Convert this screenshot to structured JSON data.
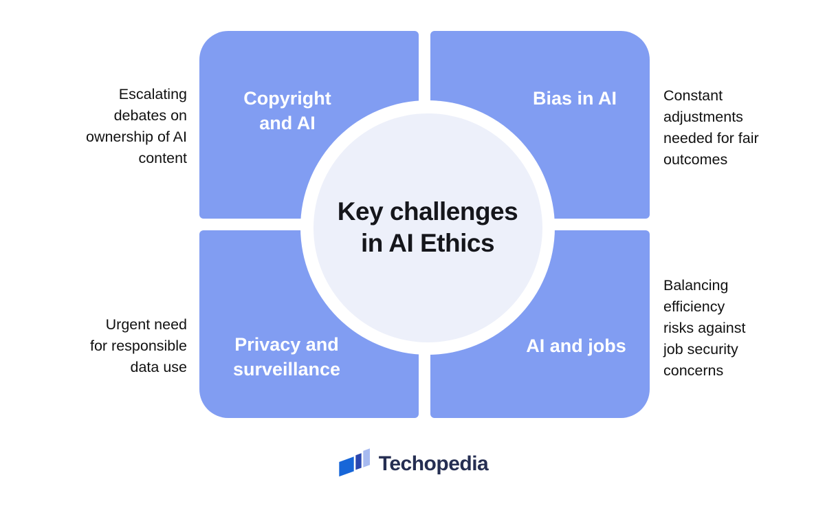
{
  "colors": {
    "page_bg": "#ffffff",
    "quadrant_blue": "#819DF2",
    "circle_ring": "#ffffff",
    "circle_fill": "#EDF0FA",
    "title_color": "#15161B",
    "text_color": "#111111",
    "logo_light": "#A7BAF0",
    "logo_navy": "#2A46AE",
    "logo_blue": "#1766D8",
    "logo_text_color": "#252E52"
  },
  "center": {
    "title": "Key challenges in AI Ethics",
    "title_lines": [
      "Key challenges",
      "in AI Ethics"
    ]
  },
  "quadrants": {
    "top_left": {
      "label": "Copyright and AI",
      "label_lines": [
        "Copyright",
        "and AI"
      ]
    },
    "top_right": {
      "label": "Bias in AI",
      "label_lines": [
        "Bias in AI"
      ]
    },
    "bottom_left": {
      "label": "Privacy and surveillance",
      "label_lines": [
        "Privacy and",
        "surveillance"
      ]
    },
    "bottom_right": {
      "label": "AI and jobs",
      "label_lines": [
        "AI and jobs"
      ]
    }
  },
  "annotations": {
    "left_top": {
      "text": "Escalating debates on ownership of AI content",
      "lines": [
        "Escalating",
        "debates on",
        "ownership of AI",
        "content"
      ]
    },
    "right_top": {
      "text": "Constant adjustments needed for fair outcomes",
      "lines": [
        "Constant",
        "adjustments",
        "needed for fair",
        "outcomes"
      ]
    },
    "left_bottom": {
      "text": "Urgent need for responsible data use",
      "lines": [
        "Urgent need",
        "for responsible",
        "data use"
      ]
    },
    "right_bottom": {
      "text": "Balancing efficiency risks against job security concerns",
      "lines": [
        "Balancing",
        "efficiency",
        "risks against",
        "job security",
        "concerns"
      ]
    }
  },
  "logo": {
    "text": "Techopedia",
    "icon": "techopedia-pages-icon"
  }
}
